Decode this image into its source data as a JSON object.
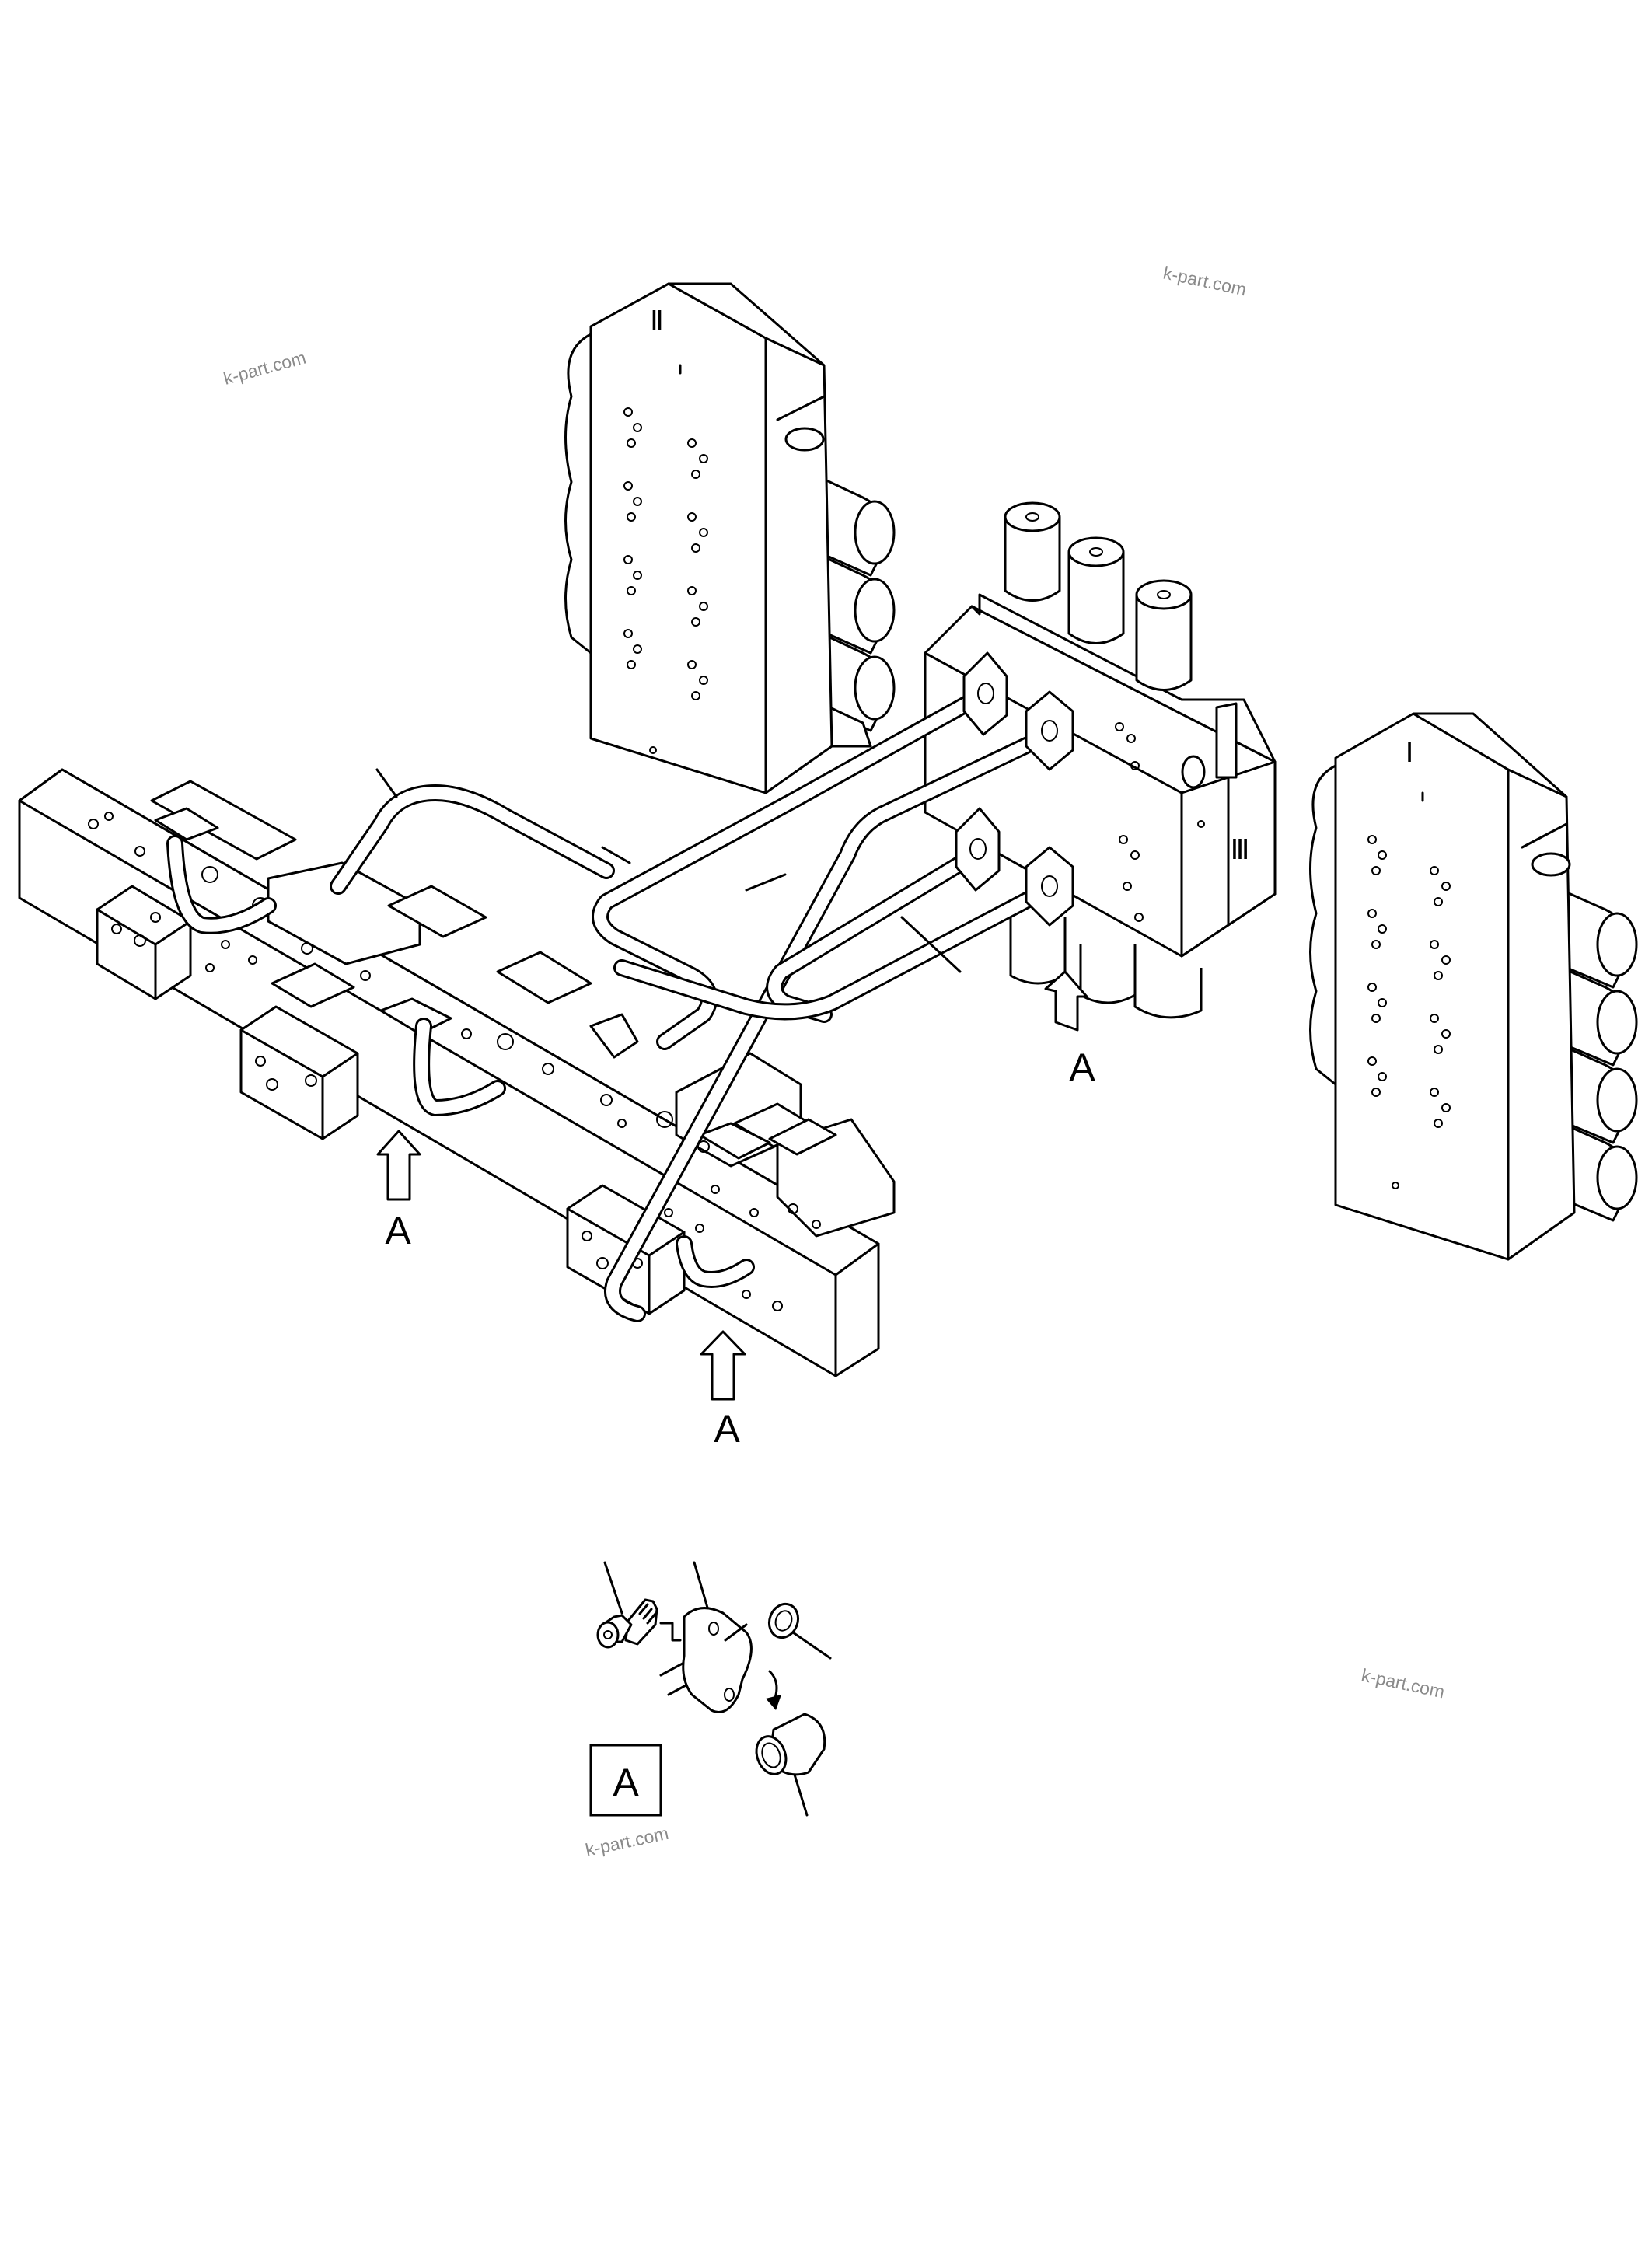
{
  "watermarks": [
    "k-part.com",
    "k-part.com",
    "k-part.com",
    "k-part.com"
  ],
  "valve_labels": {
    "two": "Ⅱ",
    "one": "Ⅰ",
    "three": "Ⅲ"
  },
  "view_letter": "A",
  "detail_box_label": "A"
}
